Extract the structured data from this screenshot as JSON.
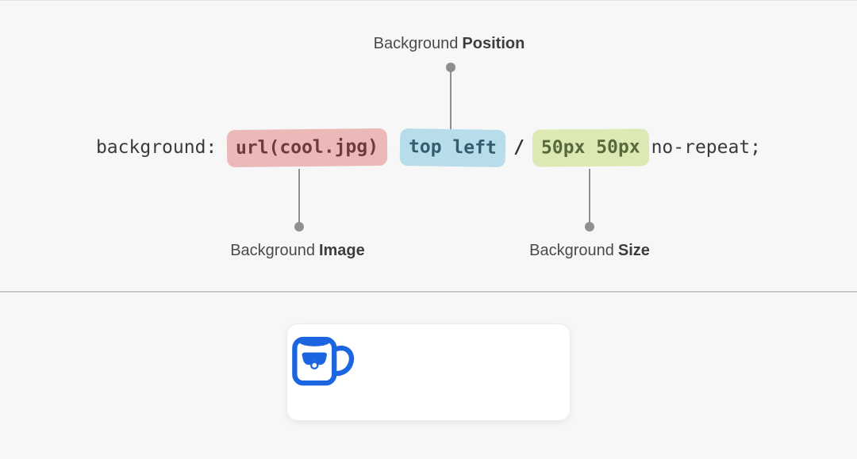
{
  "figure": {
    "code": {
      "property": "background:",
      "image_value": "url(cool.jpg)",
      "position_value": "top left",
      "separator": "/",
      "size_value": "50px 50px",
      "repeat_value": "no-repeat;"
    },
    "callouts": {
      "position": {
        "prefix": "Background",
        "emphasis": "Position"
      },
      "image": {
        "prefix": "Background",
        "emphasis": "Image"
      },
      "size": {
        "prefix": "Background",
        "emphasis": "Size"
      }
    }
  },
  "demo": {
    "icon": "cool-mug-icon"
  },
  "colors": {
    "page-bg": "#f7f7f8",
    "top-hairline": "#e4e4e4",
    "code-text": "#3a3a3a",
    "hl-image-bg": "#ecb9b9",
    "hl-image-text": "#6e3a3a",
    "hl-position-bg": "#b7dcea",
    "hl-position-text": "#335c6d",
    "hl-size-bg": "#dde9b3",
    "hl-size-text": "#57693c",
    "label-text": "#4a4a4a",
    "connector": "#8f8f8f",
    "divider": "#c9c9c9",
    "card-bg": "#ffffff",
    "card-border": "#ededed",
    "mug-blue": "#1b66e0"
  }
}
